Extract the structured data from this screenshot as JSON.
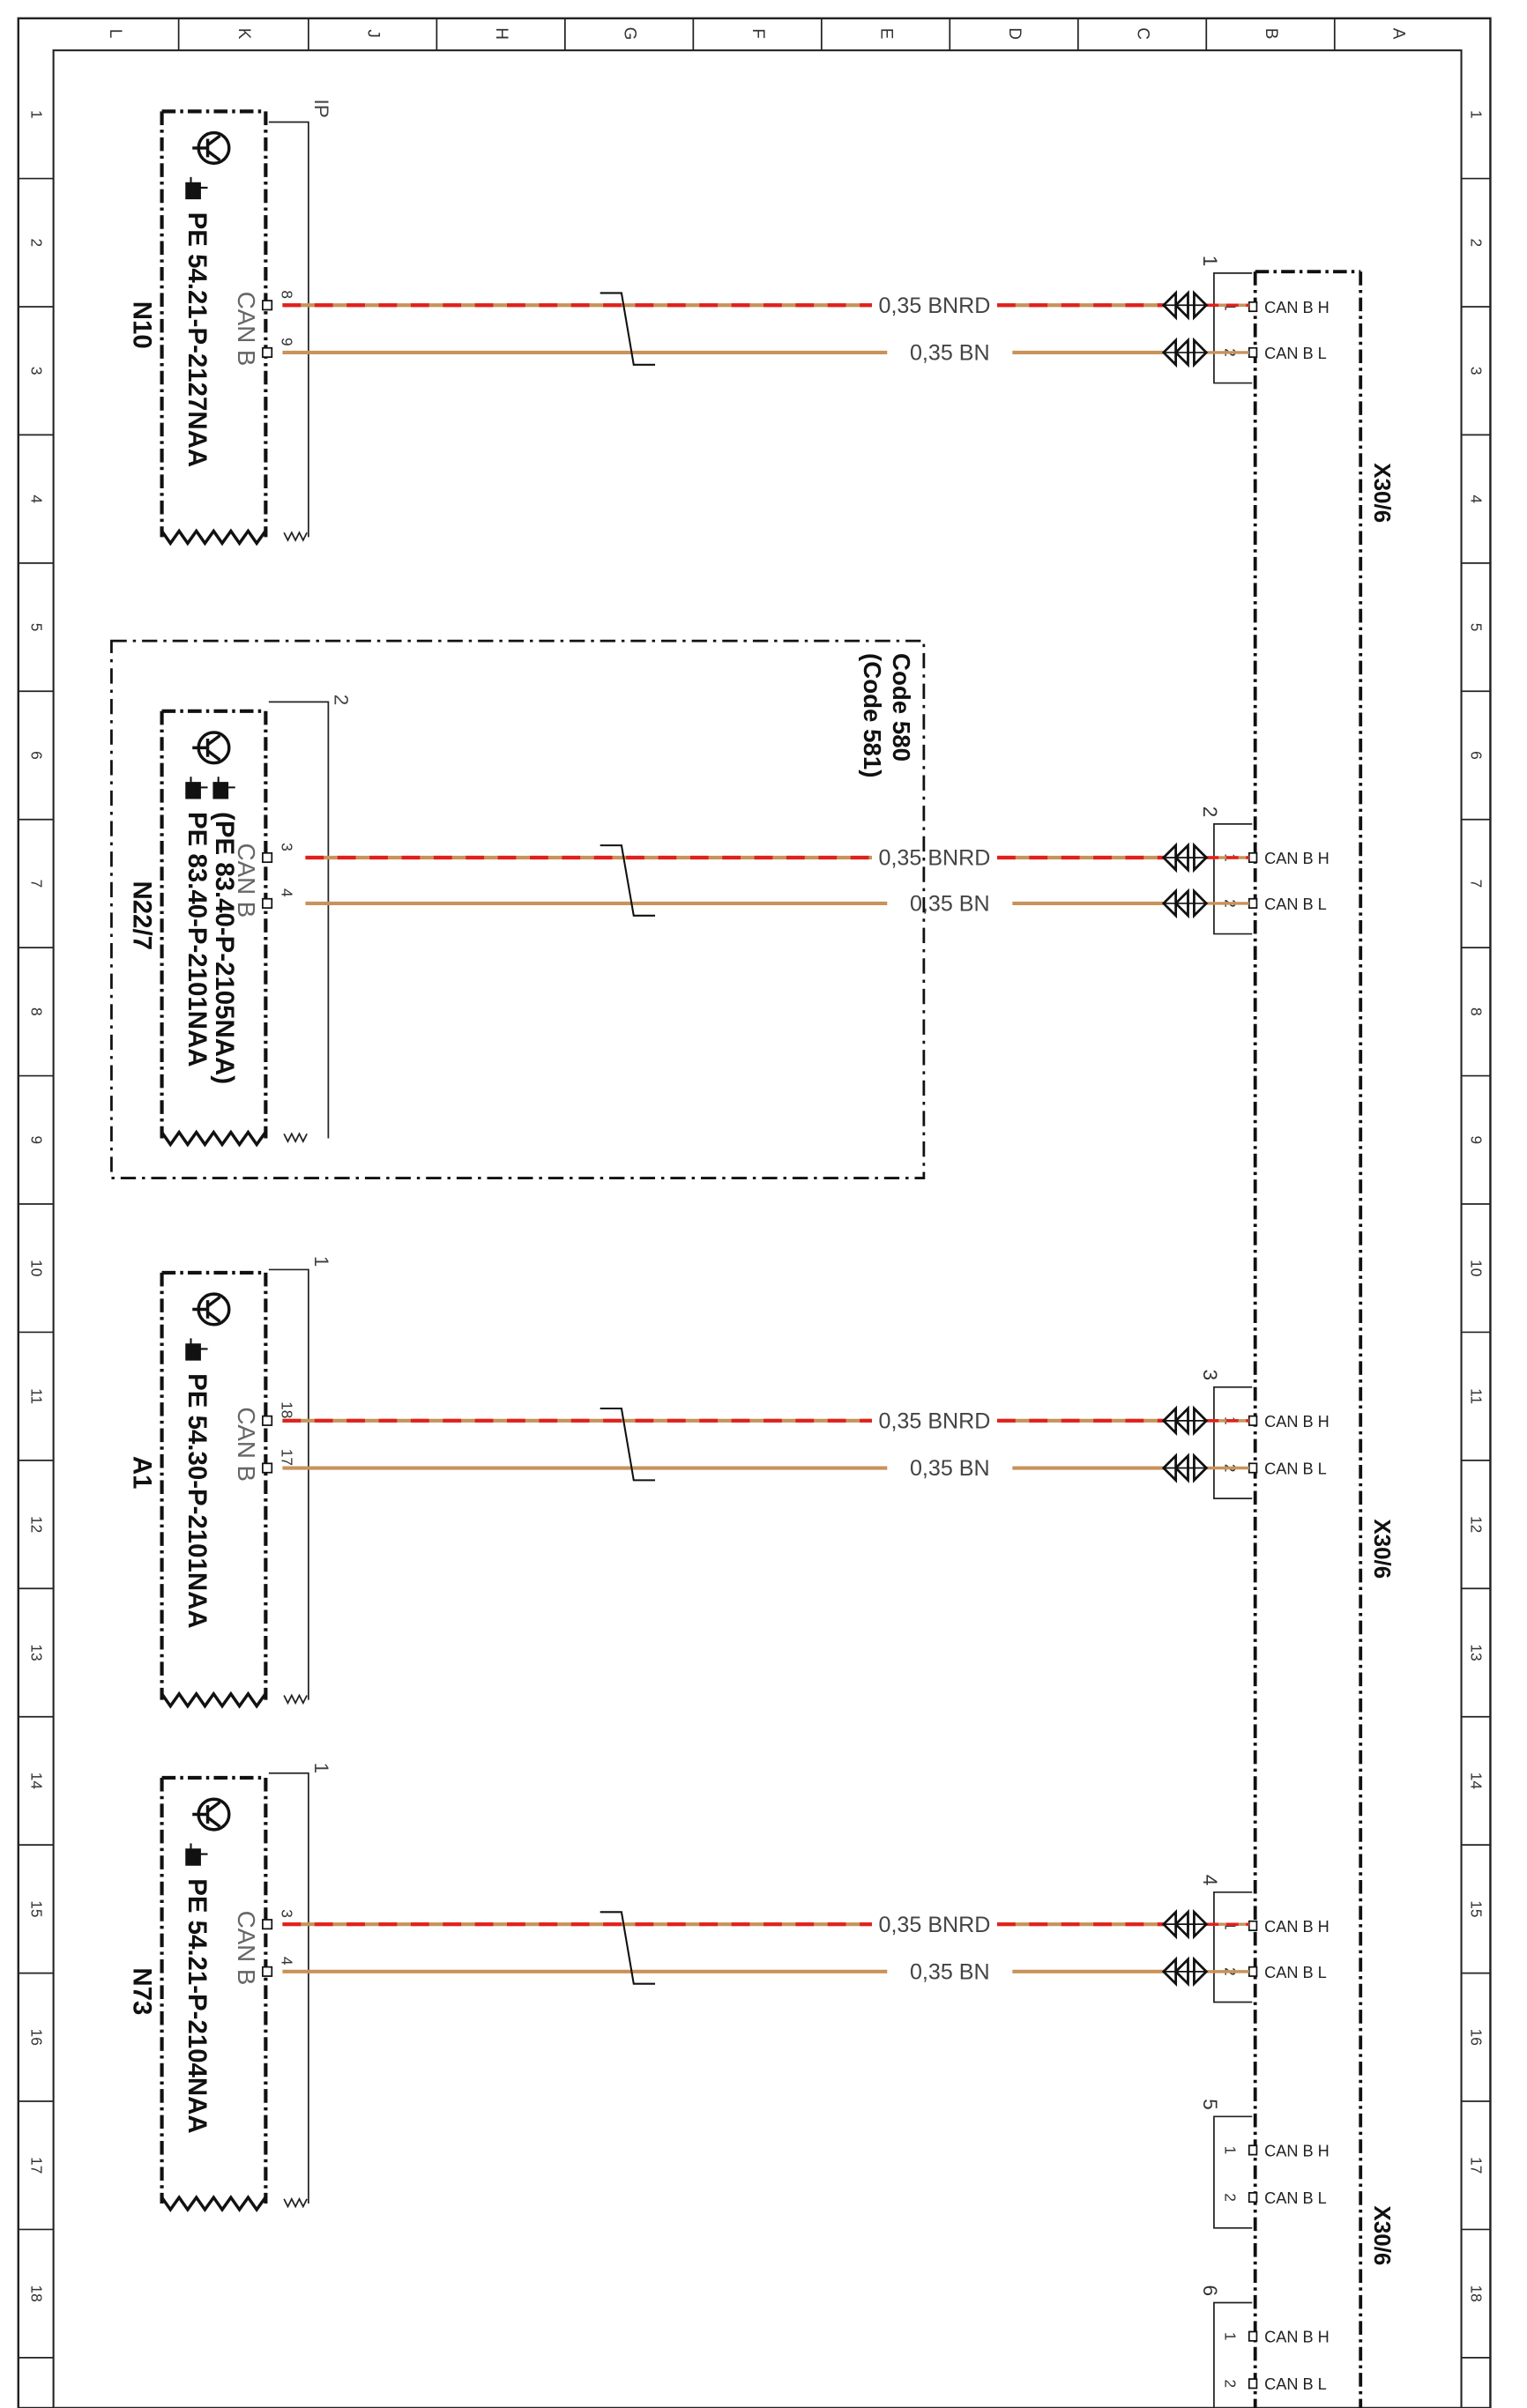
{
  "border": {
    "columns": [
      "L",
      "K",
      "J",
      "H",
      "G",
      "F",
      "E",
      "D",
      "C",
      "B",
      "A"
    ],
    "rows": [
      "1",
      "2",
      "3",
      "4",
      "5",
      "6",
      "7",
      "8",
      "9",
      "10",
      "11",
      "12",
      "13",
      "14",
      "15",
      "16",
      "17",
      "18"
    ]
  },
  "connector_x30_6": {
    "labels": [
      "X30/6",
      "X30/6",
      "X30/6"
    ],
    "slots": [
      {
        "num": "1",
        "pins": [
          "1",
          "2"
        ],
        "signals": [
          "CAN B H",
          "CAN B L"
        ]
      },
      {
        "num": "2",
        "pins": [
          "1",
          "2"
        ],
        "signals": [
          "CAN B H",
          "CAN B L"
        ]
      },
      {
        "num": "3",
        "pins": [
          "1",
          "2"
        ],
        "signals": [
          "CAN B H",
          "CAN B L"
        ]
      },
      {
        "num": "4",
        "pins": [
          "1",
          "2"
        ],
        "signals": [
          "CAN B H",
          "CAN B L"
        ]
      },
      {
        "num": "5",
        "pins": [
          "1",
          "2"
        ],
        "signals": [
          "CAN B H",
          "CAN B L"
        ]
      },
      {
        "num": "6",
        "pins": [
          "1",
          "2"
        ],
        "signals": [
          "CAN B H",
          "CAN B L"
        ]
      }
    ]
  },
  "wire_colors": {
    "bnrd_base": "#c8925a",
    "bnrd_dash": "#e0201c",
    "bn": "#c8925a"
  },
  "modules": [
    {
      "id": "N10",
      "connector": "IP",
      "bus": "CAN B",
      "pe": [
        "PE 54.21-P-2127NAA"
      ],
      "pins": [
        "8",
        "9"
      ],
      "wires": [
        "0,35 BNRD",
        "0,35 BN"
      ]
    },
    {
      "id": "N22/7",
      "connector": "2",
      "bus": "CAN B",
      "pe": [
        "PE 83.40-P-2101NAA",
        "(PE 83.40-P-2105NAA)"
      ],
      "pins": [
        "3",
        "4"
      ],
      "wires": [
        "0,35 BNRD",
        "0,35 BN"
      ],
      "code": [
        "Code 580",
        "(Code 581)"
      ]
    },
    {
      "id": "A1",
      "connector": "1",
      "bus": "CAN B",
      "pe": [
        "PE 54.30-P-2101NAA"
      ],
      "pins": [
        "18",
        "17"
      ],
      "wires": [
        "0,35 BNRD",
        "0,35 BN"
      ]
    },
    {
      "id": "N73",
      "connector": "1",
      "bus": "CAN B",
      "pe": [
        "PE 54.21-P-2104NAA"
      ],
      "pins": [
        "3",
        "4"
      ],
      "wires": [
        "0,35 BNRD",
        "0,35 BN"
      ]
    }
  ]
}
